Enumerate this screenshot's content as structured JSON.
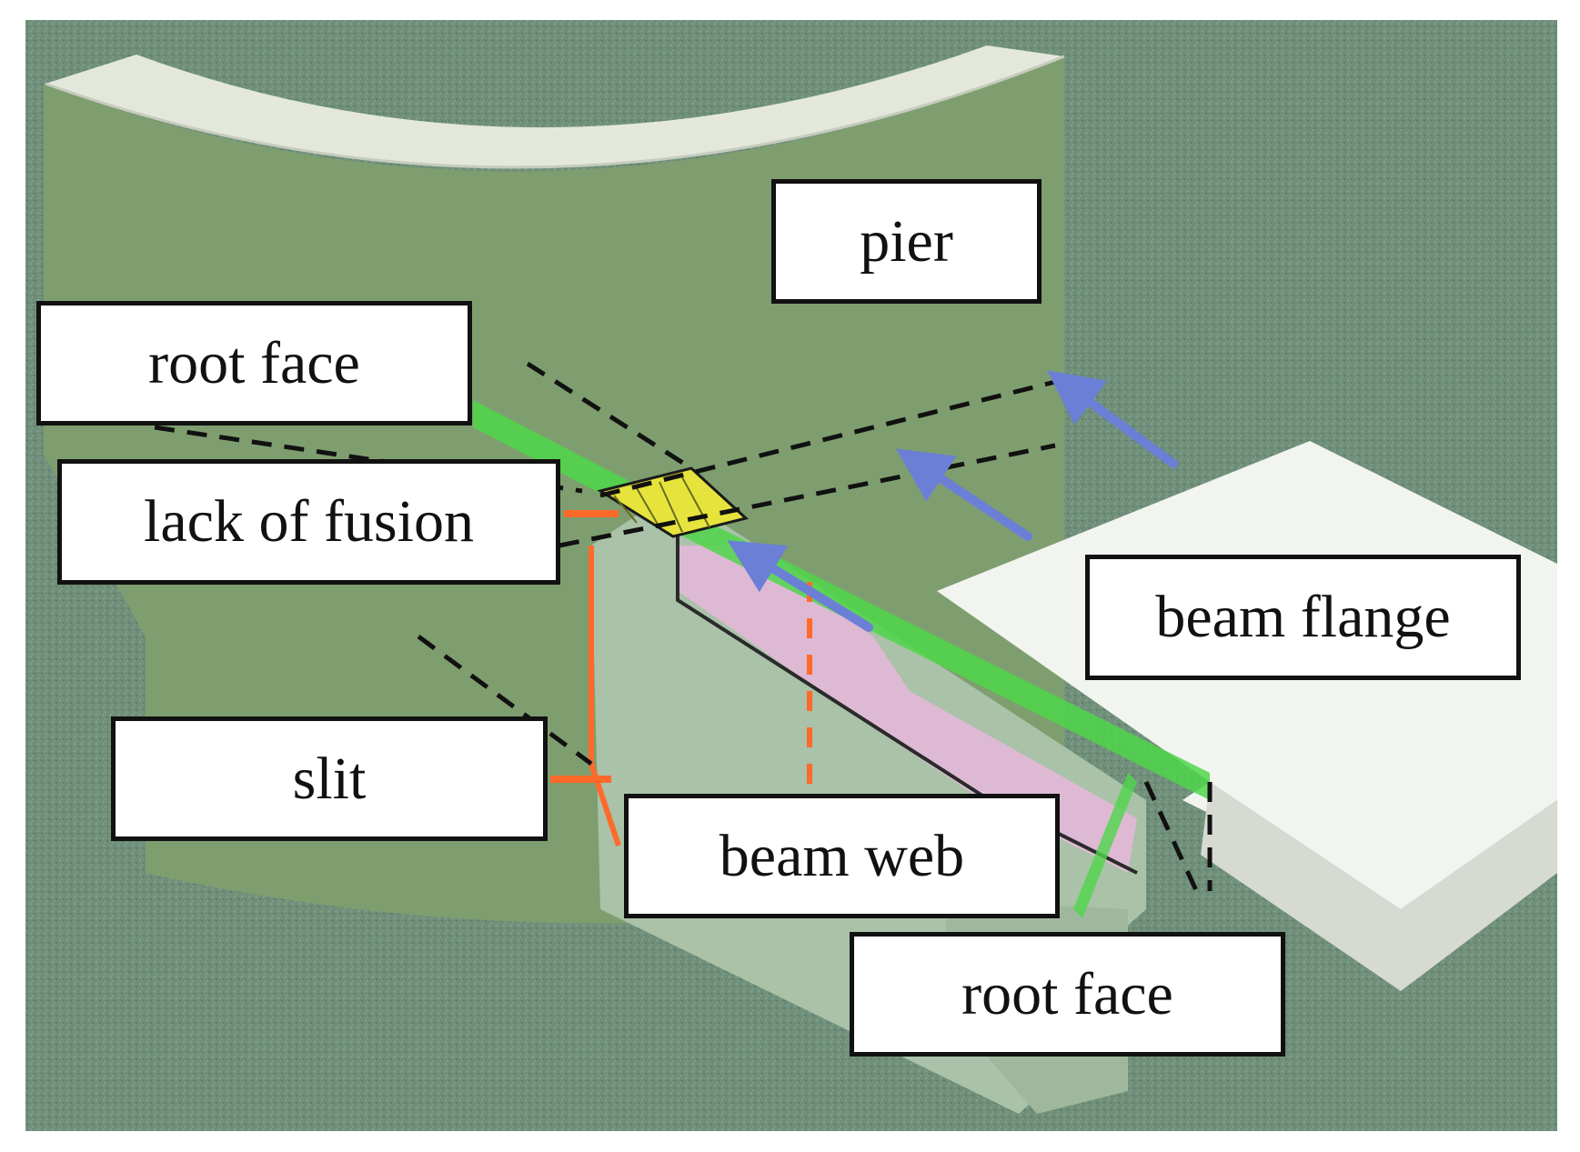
{
  "labels": {
    "pier": "pier",
    "root_face_upper": "root face",
    "lack_of_fusion": "lack of fusion",
    "beam_flange": "beam flange",
    "slit": "slit",
    "beam_web": "beam web",
    "root_face_lower": "root face"
  },
  "colors": {
    "background_carpet": "#6f8f7a",
    "pier_body": "#7f9e6f",
    "pier_top": "#e4e8dc",
    "beam_flange_top": "#f2f4f0",
    "beam_web": "#a9c2a8",
    "root_face_strip": "#4fd64a",
    "lack_of_fusion_zone": "#e6e43c",
    "web_highlight": "#e2b8d8",
    "slit_line": "#ff6a2a",
    "arrow": "#6b7fd6",
    "dashed_line": "#111111"
  }
}
